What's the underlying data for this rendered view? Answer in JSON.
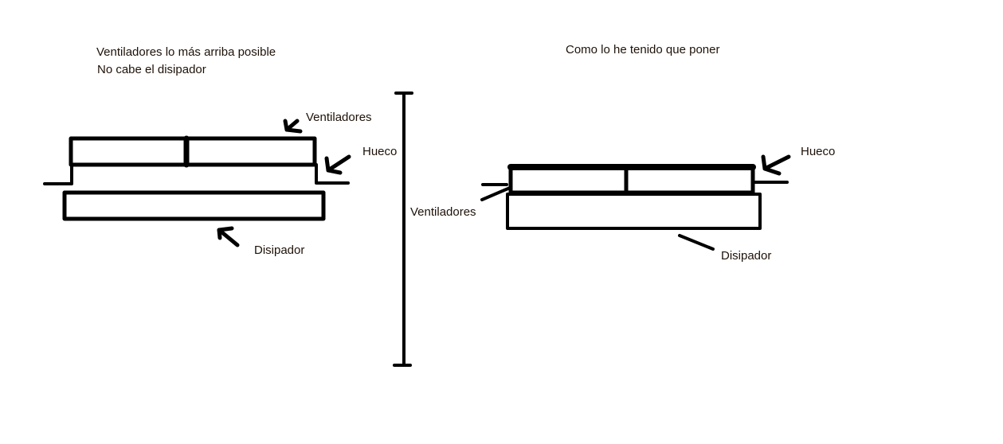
{
  "left_panel": {
    "title_line1": "Ventiladores lo más arriba posible",
    "title_line2": "No cabe el disipador",
    "label_fans": "Ventiladores",
    "label_gap": "Hueco",
    "label_heatsink": "Disipador"
  },
  "right_panel": {
    "title": "Como lo he tenido que poner",
    "label_fans": "Ventiladores",
    "label_gap": "Hueco",
    "label_heatsink": "Disipador"
  }
}
